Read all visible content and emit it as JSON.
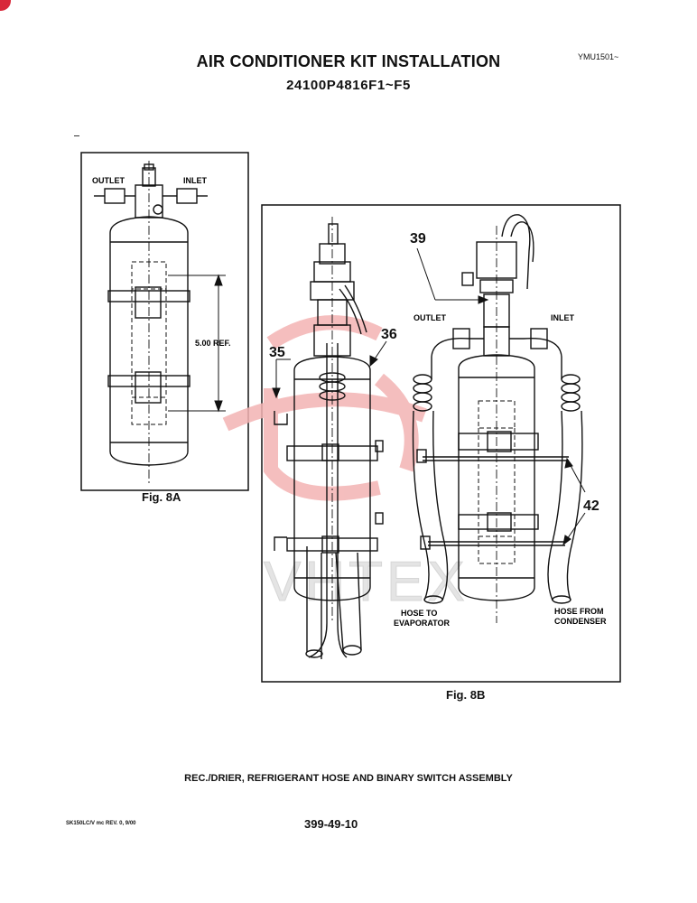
{
  "header": {
    "title": "AIR CONDITIONER KIT INSTALLATION",
    "subtitle": "24100P4816F1~F5",
    "doc_code": "YMU1501~"
  },
  "figure_a": {
    "caption": "Fig. 8A",
    "outlet_label": "OUTLET",
    "inlet_label": "INLET",
    "dimension_label": "5.00 REF."
  },
  "figure_b": {
    "caption": "Fig. 8B",
    "callouts": [
      "35",
      "36",
      "39",
      "42"
    ],
    "outlet_label": "OUTLET",
    "inlet_label": "INLET",
    "hose_to_label": [
      "HOSE TO",
      "EVAPORATOR"
    ],
    "hose_from_label": [
      "HOSE FROM",
      "CONDENSER"
    ],
    "watermark": "VHTEX"
  },
  "footer": {
    "assembly_title": "REC./DRIER, REFRIGERANT HOSE AND BINARY SWITCH ASSEMBLY",
    "revision": "SK150LC/V mc REV. 0, 9/00",
    "page_number": "399-49-10"
  },
  "colors": {
    "watermark": "#f0a8a8",
    "corner_mark": "#d8283a"
  }
}
